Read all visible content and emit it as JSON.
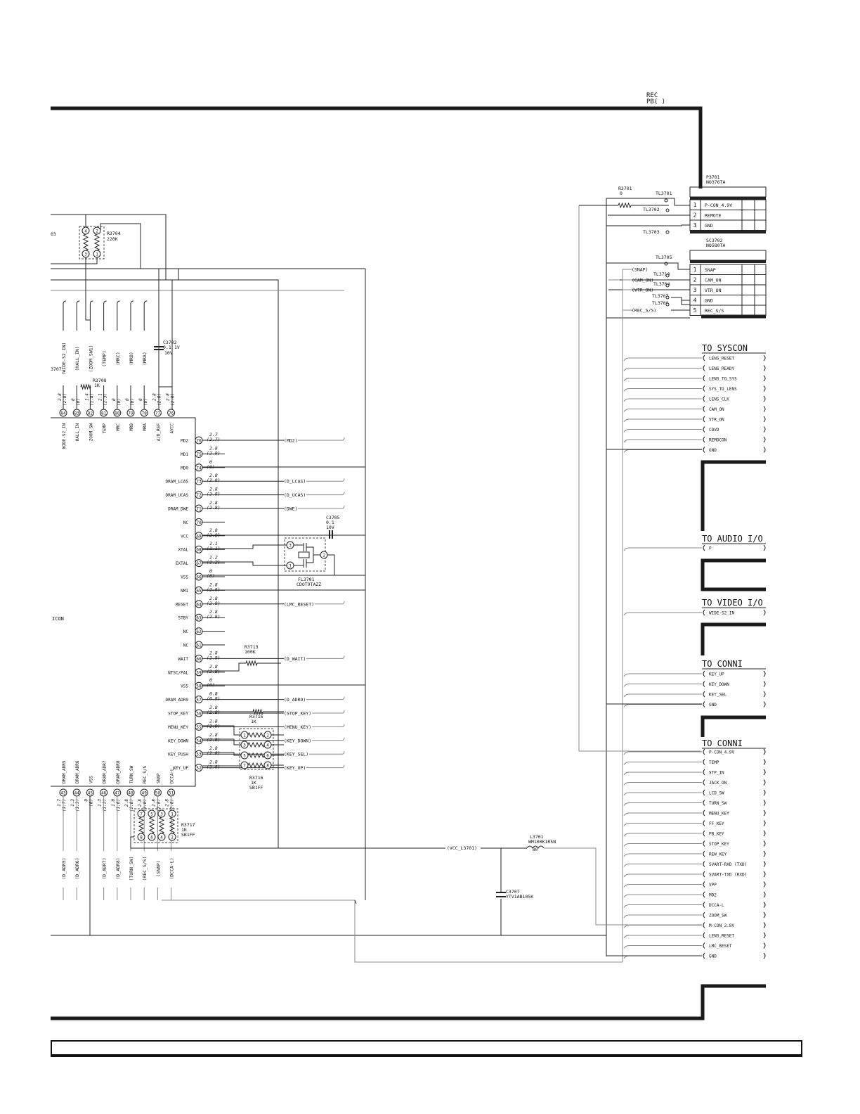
{
  "rec_pb": {
    "line1": "REC",
    "line2": "PB( )"
  },
  "p3701": {
    "ref": "P3701",
    "part": "NO376TA",
    "pins": [
      {
        "num": "1",
        "name": "P-CON_4.9V"
      },
      {
        "num": "2",
        "name": "REMOTE"
      },
      {
        "num": "3",
        "name": "GND"
      }
    ]
  },
  "sc3702": {
    "ref": "SC3702",
    "part": "NO580TA",
    "pins": [
      {
        "num": "1",
        "name": "SNAP"
      },
      {
        "num": "2",
        "name": "CAM_ON"
      },
      {
        "num": "3",
        "name": "VTR_ON"
      },
      {
        "num": "4",
        "name": "GND"
      },
      {
        "num": "5",
        "name": "REC_S/S"
      }
    ]
  },
  "r3701": {
    "ref": "R3701",
    "value": "0"
  },
  "test_points": [
    "TL3701",
    "TL3702",
    "TL3703",
    "TL3705",
    "TL3710",
    "TL3704",
    "TL3707",
    "TL3708"
  ],
  "sc_nets": [
    "(SNAP)",
    "(CAM_ON)",
    "(VTR_ON)",
    "(REC_S/S)"
  ],
  "to_syscon": {
    "title": "TO_SYSCON",
    "signals": [
      "LENS_RESET",
      "LENS_READY",
      "LENS_TO_SYS",
      "SYS_TO_LENS",
      "LENS_CLK",
      "CAM_ON",
      "VTR_ON",
      "CDVD",
      "REMOCON",
      "GND"
    ]
  },
  "to_audio": {
    "title": "TO_AUDIO_I/O",
    "signals": [
      "P"
    ]
  },
  "to_video": {
    "title": "TO_VIDEO_I/O",
    "signals": [
      "WIDE-S2_IN"
    ]
  },
  "to_conn1": {
    "title": "TO_CONNI",
    "signals": [
      "KEY_UP",
      "KEY_DOWN",
      "KEY_SEL",
      "GND"
    ]
  },
  "to_conn2": {
    "title": "TO_CONNI",
    "signals": [
      "P-CON_4.9V",
      "TEMP",
      "STP_IN",
      "JACK_ON",
      "LCD_SW",
      "TURN_SW",
      "MENU_KEY",
      "FF_KEY",
      "PB_KEY",
      "STOP_KEY",
      "REW_KEY",
      "SVART-RXD  (TXD)",
      "SVART-TXD  (RXD)",
      "VPP",
      "MD2",
      "DCCA-L",
      "ZOOM_SW",
      "M-CON_2.8V",
      "LENS_RESET",
      "LMC_RESET",
      "GND"
    ]
  },
  "ic_right": [
    {
      "pin": "76",
      "name": "MD2",
      "v1": "2.7",
      "v2": "(2.7)",
      "net": "(MD2)"
    },
    {
      "pin": "75",
      "name": "MD1",
      "v1": "2.8",
      "v2": "(2.8)",
      "net": ""
    },
    {
      "pin": "74",
      "name": "MD0",
      "v1": "0",
      "v2": "(0)",
      "net": ""
    },
    {
      "pin": "73",
      "name": "DRAM_LCAS",
      "v1": "2.8",
      "v2": "(2.8)",
      "net": "(D_LCAS)"
    },
    {
      "pin": "72",
      "name": "DRAM_UCAS",
      "v1": "2.8",
      "v2": "(2.8)",
      "net": "(D_UCAS)"
    },
    {
      "pin": "71",
      "name": "DRAM_DWE",
      "v1": "2.8",
      "v2": "(2.8)",
      "net": "(DWE)"
    },
    {
      "pin": "70",
      "name": "NC",
      "v1": "",
      "v2": "",
      "net": ""
    },
    {
      "pin": "69",
      "name": "VCC",
      "v1": "2.8",
      "v2": "(2.8)",
      "net": ""
    },
    {
      "pin": "68",
      "name": "XTAL",
      "v1": "1.1",
      "v2": "(1.1)",
      "net": ""
    },
    {
      "pin": "67",
      "name": "EXTAL",
      "v1": "1.2",
      "v2": "(1.2)",
      "net": ""
    },
    {
      "pin": "66",
      "name": "VSS",
      "v1": "0",
      "v2": "(0)",
      "net": ""
    },
    {
      "pin": "65",
      "name": "NMI",
      "v1": "2.8",
      "v2": "(2.8)",
      "net": ""
    },
    {
      "pin": "64",
      "name": "RESET",
      "v1": "2.8",
      "v2": "(2.8)",
      "net": "(LMC_RESET)"
    },
    {
      "pin": "63",
      "name": "STBY",
      "v1": "2.8",
      "v2": "(2.8)",
      "net": ""
    },
    {
      "pin": "62",
      "name": "NC",
      "v1": "",
      "v2": "",
      "net": ""
    },
    {
      "pin": "61",
      "name": "NC",
      "v1": "",
      "v2": "",
      "net": ""
    },
    {
      "pin": "60",
      "name": "WAIT",
      "v1": "2.8",
      "v2": "(2.8)",
      "net": "(D_WAIT)"
    },
    {
      "pin": "59",
      "name": "NTSC/PAL",
      "v1": "2.8",
      "v2": "(2.8)",
      "net": ""
    },
    {
      "pin": "58",
      "name": "VSS",
      "v1": "0",
      "v2": "(0)",
      "net": ""
    },
    {
      "pin": "57",
      "name": "DRAM_ADR9",
      "v1": "0.8",
      "v2": "(0.8)",
      "net": "(D_ADR9)"
    },
    {
      "pin": "56",
      "name": "STOP_KEY",
      "v1": "2.8",
      "v2": "(2.8)",
      "net": "(STOP_KEY)"
    },
    {
      "pin": "55",
      "name": "MENU_KEY",
      "v1": "2.8",
      "v2": "(2.8)",
      "net": "(MENU_KEY)"
    },
    {
      "pin": "54",
      "name": "KEY_DOWN",
      "v1": "2.8",
      "v2": "(2.8)",
      "net": "(KEY_DOWN)"
    },
    {
      "pin": "53",
      "name": "KEY_PUSH",
      "v1": "2.8",
      "v2": "(2.8)",
      "net": "(KEY_SEL)"
    },
    {
      "pin": "52",
      "name": "KEY_UP",
      "v1": "2.8",
      "v2": "(2.8)",
      "net": "(KEY_UP)"
    }
  ],
  "ic_top": [
    {
      "pin": "84",
      "name": "WIDE-S2_IN",
      "v1": "2.8",
      "v2": "(2.8)",
      "net": "(WIDE-S2_IN)"
    },
    {
      "pin": "83",
      "name": "HALL_IN",
      "v1": "0",
      "v2": "(0)",
      "net": "(HALL_IN)"
    },
    {
      "pin": "82",
      "name": "ZOOM_SW",
      "v1": "1.4",
      "v2": "(1.4)",
      "net": "(ZOOM_SW1)"
    },
    {
      "pin": "81",
      "name": "TEMP",
      "v1": "2.1",
      "v2": "(2.3)",
      "net": "(TEMP)"
    },
    {
      "pin": "80",
      "name": "MRC",
      "v1": "0",
      "v2": "(0)",
      "net": "(MRC)"
    },
    {
      "pin": "79",
      "name": "MRB",
      "v1": "0",
      "v2": "(0)",
      "net": "(MRB)"
    },
    {
      "pin": "78",
      "name": "MRA",
      "v1": "0",
      "v2": "(0)",
      "net": "(MRA)"
    },
    {
      "pin": "77",
      "name": "A/D_REF",
      "v1": "2.8",
      "v2": "(2.8)",
      "net": ""
    },
    {
      "pin": "76",
      "name": "AVCC",
      "v1": "2.8",
      "v2": "(2.8)",
      "net": ""
    }
  ],
  "ic_bottom": [
    {
      "pin": "43",
      "name": "DRAM_ADR5",
      "v1": "1.7",
      "v2": "(1.7)",
      "net": "(D_ADR5)"
    },
    {
      "pin": "44",
      "name": "DRAM_ADR6",
      "v1": "1.3",
      "v2": "(1.3)",
      "net": "(D_ADR6)"
    },
    {
      "pin": "45",
      "name": "VSS",
      "v1": "0",
      "v2": "(0)",
      "net": ""
    },
    {
      "pin": "46",
      "name": "DRAM_ADR7",
      "v1": "1.3",
      "v2": "(1.3)",
      "net": "(D_ADR7)"
    },
    {
      "pin": "47",
      "name": "DRAM_ADR8",
      "v1": "1.0",
      "v2": "(1.0)",
      "net": "(D_ADR8)"
    },
    {
      "pin": "48",
      "name": "TURN_SW",
      "v1": "2.8",
      "v2": "(2.8)",
      "net": "(TURN_SW)"
    },
    {
      "pin": "49",
      "name": "REC_S/S",
      "v1": "2.8",
      "v2": "(2.8)",
      "net": "(REC_S/S)"
    },
    {
      "pin": "50",
      "name": "SNAP",
      "v1": "2.8",
      "v2": "(2.8)",
      "net": "(SNAP)"
    },
    {
      "pin": "51",
      "name": "DCCA-L",
      "v1": "2.8",
      "v2": "(2.8)",
      "net": "(DCCA-L)"
    }
  ],
  "ic_label": "ICON",
  "parts": {
    "r3703": "03",
    "r3704": {
      "ref": "R3704",
      "value": "220K"
    },
    "c3702": {
      "ref": "C3702",
      "value": "0.1",
      "rating": "10V",
      "extra": "1V"
    },
    "r3708": {
      "ref": "R3708",
      "value": "1K"
    },
    "r3707": "3707",
    "c3705": {
      "ref": "C3705",
      "value": "0.1",
      "rating": "10V"
    },
    "fl3701": {
      "ref": "FL3701",
      "part": "CDOT9TAZZ"
    },
    "r3713": {
      "ref": "R3713",
      "value": "100K"
    },
    "r3715": {
      "ref": "R3715",
      "value": "1K"
    },
    "r3716": {
      "ref": "R3716",
      "value": "1K",
      "part": "SB1FF"
    },
    "r3717": {
      "ref": "R3717",
      "value": "1K",
      "part": "SB1FF"
    },
    "l3701": {
      "ref": "L3701",
      "part": "WM100K1R5N",
      "value": "80"
    },
    "c3707": {
      "ref": "C3707",
      "part": "YTV1AB105K"
    },
    "vcc_net": "(VCC_L3701)"
  }
}
